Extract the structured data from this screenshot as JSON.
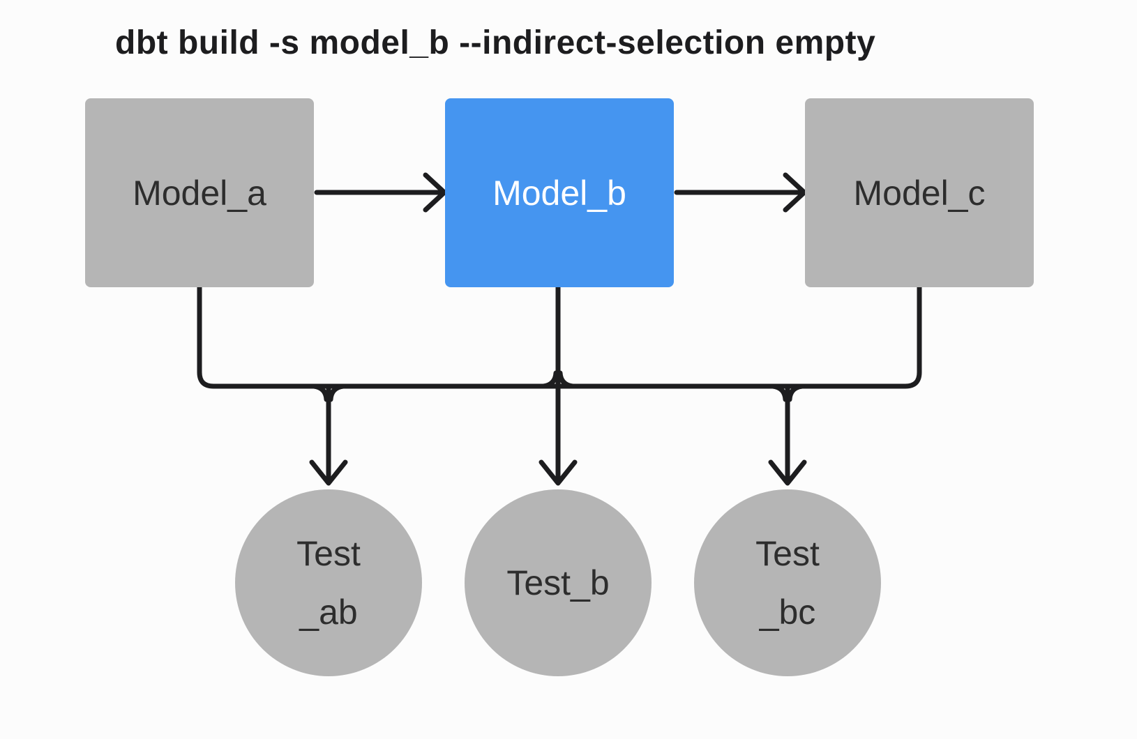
{
  "title": "dbt build -s model_b --indirect-selection empty",
  "diagram": {
    "models": [
      {
        "id": "model_a",
        "label": "Model_a",
        "selected": false
      },
      {
        "id": "model_b",
        "label": "Model_b",
        "selected": true
      },
      {
        "id": "model_c",
        "label": "Model_c",
        "selected": false
      }
    ],
    "tests": [
      {
        "id": "test_ab",
        "line1": "Test",
        "line2": "_ab"
      },
      {
        "id": "test_b",
        "line1": "Test_b",
        "line2": ""
      },
      {
        "id": "test_bc",
        "line1": "Test",
        "line2": "_bc"
      }
    ],
    "edges": [
      {
        "from": "model_a",
        "to": "model_b",
        "kind": "model-dependency-arrow"
      },
      {
        "from": "model_b",
        "to": "model_c",
        "kind": "model-dependency-arrow"
      },
      {
        "from": "model_a, model_b",
        "to": "test_ab",
        "kind": "test-arrow"
      },
      {
        "from": "model_b",
        "to": "test_b",
        "kind": "test-arrow"
      },
      {
        "from": "model_b, model_c",
        "to": "test_bc",
        "kind": "test-arrow"
      }
    ]
  },
  "colors": {
    "selected_node": "#4595f0",
    "unselected_node": "#b5b5b5",
    "edge_line": "#1d1d1f",
    "title_text": "#1d1d1f",
    "selected_label_text": "#ffffff",
    "node_label_text": "#2d2d2d",
    "background": "#fcfcfc"
  }
}
